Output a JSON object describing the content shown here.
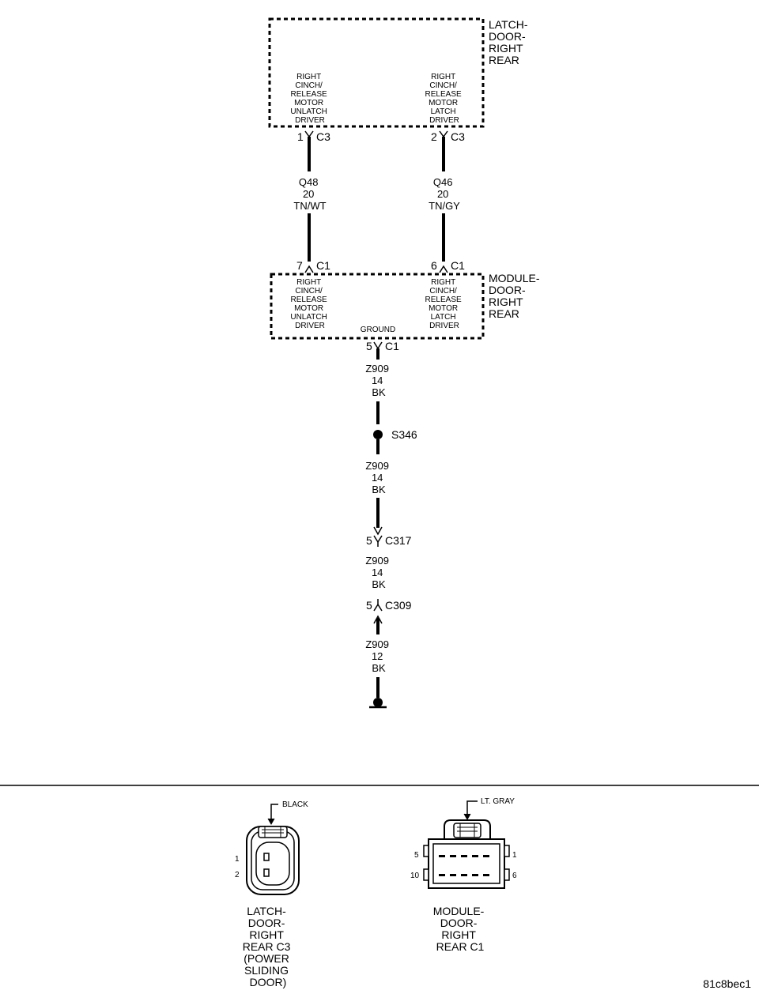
{
  "latch_component": {
    "name_lines": [
      "LATCH-",
      "DOOR-",
      "RIGHT",
      "REAR"
    ],
    "pin_left_lines": [
      "RIGHT",
      "CINCH/",
      "RELEASE",
      "MOTOR",
      "UNLATCH",
      "DRIVER"
    ],
    "pin_right_lines": [
      "RIGHT",
      "CINCH/",
      "RELEASE",
      "MOTOR",
      "LATCH",
      "DRIVER"
    ]
  },
  "latch_connectors": {
    "left": {
      "pin": "1",
      "connector": "C3"
    },
    "right": {
      "pin": "2",
      "connector": "C3"
    }
  },
  "wires_upper": {
    "left": {
      "circuit": "Q48",
      "gauge": "20",
      "color": "TN/WT"
    },
    "right": {
      "circuit": "Q46",
      "gauge": "20",
      "color": "TN/GY"
    }
  },
  "module_connectors": {
    "left": {
      "pin": "7",
      "connector": "C1"
    },
    "right": {
      "pin": "6",
      "connector": "C1"
    }
  },
  "module_component": {
    "name_lines": [
      "MODULE-",
      "DOOR-",
      "RIGHT",
      "REAR"
    ],
    "pin_left_lines": [
      "RIGHT",
      "CINCH/",
      "RELEASE",
      "MOTOR",
      "UNLATCH",
      "DRIVER"
    ],
    "pin_right_lines": [
      "RIGHT",
      "CINCH/",
      "RELEASE",
      "MOTOR",
      "LATCH",
      "DRIVER"
    ],
    "ground_label": "GROUND"
  },
  "ground_path": {
    "module_conn": {
      "pin": "5",
      "connector": "C1"
    },
    "wire1": {
      "circuit": "Z909",
      "gauge": "14",
      "color": "BK"
    },
    "splice": "S346",
    "wire2": {
      "circuit": "Z909",
      "gauge": "14",
      "color": "BK"
    },
    "conn_c317": {
      "pin": "5",
      "connector": "C317"
    },
    "wire3": {
      "circuit": "Z909",
      "gauge": "14",
      "color": "BK"
    },
    "conn_c309": {
      "pin": "5",
      "connector": "C309"
    },
    "wire4": {
      "circuit": "Z909",
      "gauge": "12",
      "color": "BK"
    }
  },
  "connector_views": {
    "latch": {
      "color_label": "BLACK",
      "pin_labels": [
        "1",
        "2"
      ],
      "caption_lines": [
        "LATCH-",
        "DOOR-",
        "RIGHT",
        "REAR C3",
        "(POWER",
        "SLIDING",
        "DOOR)"
      ]
    },
    "module": {
      "color_label": "LT. GRAY",
      "pin_labels": [
        "5",
        "1",
        "10",
        "6"
      ],
      "caption_lines": [
        "MODULE-",
        "DOOR-",
        "RIGHT",
        "REAR C1"
      ]
    }
  },
  "image_code": "81c8bec1"
}
